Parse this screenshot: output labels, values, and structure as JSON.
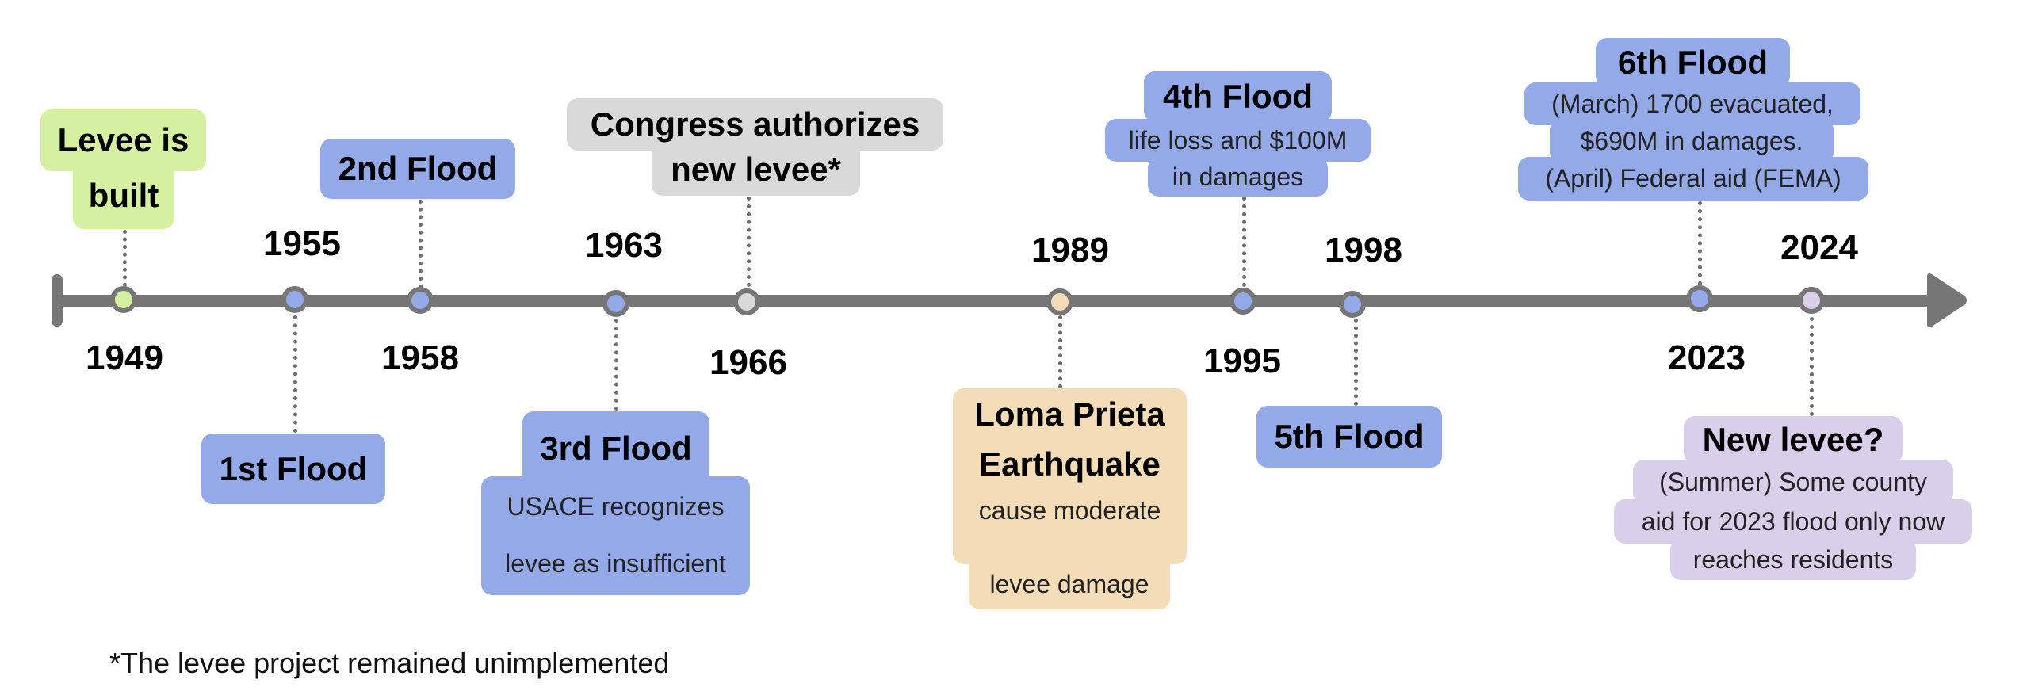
{
  "colors": {
    "timeline": "#767676",
    "flood": "#93a9e8",
    "levee_built": "#d5f0a0",
    "congress": "#d9d9d9",
    "earthquake": "#f4dcb6",
    "new_levee": "#d9cfea"
  },
  "events": [
    {
      "year": "1949",
      "title_lines": [
        "Levee is",
        "built"
      ],
      "body_lines": [],
      "color": "green"
    },
    {
      "year": "1955",
      "title_lines": [
        "1st Flood"
      ],
      "body_lines": [],
      "color": "blue"
    },
    {
      "year": "1958",
      "title_lines": [
        "2nd Flood"
      ],
      "body_lines": [],
      "color": "blue"
    },
    {
      "year": "1963",
      "title_lines": [
        "3rd Flood"
      ],
      "body_lines": [
        "USACE recognizes",
        "levee as insufficient"
      ],
      "color": "blue"
    },
    {
      "year": "1966",
      "title_lines": [
        "Congress authorizes",
        "new levee*"
      ],
      "body_lines": [],
      "color": "gray"
    },
    {
      "year": "1989",
      "title_lines": [
        "Loma Prieta",
        "Earthquake"
      ],
      "body_lines": [
        "cause moderate",
        "levee damage"
      ],
      "color": "peach"
    },
    {
      "year": "1995",
      "title_lines": [
        "4th Flood"
      ],
      "body_lines": [
        "life loss and $100M",
        "in damages"
      ],
      "color": "blue"
    },
    {
      "year": "1998",
      "title_lines": [
        "5th Flood"
      ],
      "body_lines": [],
      "color": "blue"
    },
    {
      "year": "2023",
      "title_lines": [
        "6th Flood"
      ],
      "body_lines": [
        "(March) 1700 evacuated,",
        "$690M in damages.",
        "(April) Federal aid (FEMA)"
      ],
      "color": "blue"
    },
    {
      "year": "2024",
      "title_lines": [
        "New levee?"
      ],
      "body_lines": [
        "(Summer) Some county",
        "aid for 2023 flood only now",
        "reaches residents"
      ],
      "color": "lavender"
    }
  ],
  "footnote": "*The levee project remained unimplemented"
}
